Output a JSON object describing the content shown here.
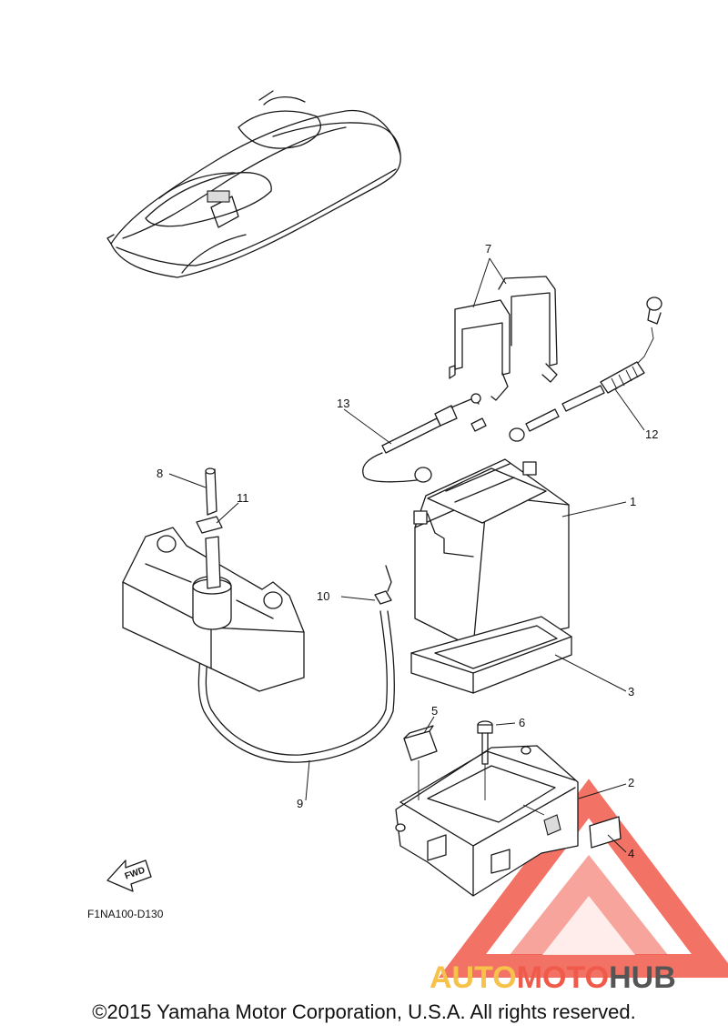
{
  "callouts": {
    "c1": "1",
    "c2": "2",
    "c3": "3",
    "c4": "4",
    "c5": "5",
    "c6": "6",
    "c7": "7",
    "c8": "8",
    "c9": "9",
    "c10": "10",
    "c11": "11",
    "c12": "12",
    "c13": "13"
  },
  "fwd_label": "FWD",
  "diagram_code": "F1NA100-D130",
  "watermark": {
    "part1": "AUTO",
    "part2": "MOTO",
    "part3": "HUB",
    "color_primary": "#f05a4a",
    "color_secondary": "#f6c24a",
    "color_dark": "#555555"
  },
  "copyright": "©2015 Yamaha Motor Corporation, U.S.A. All rights reserved."
}
